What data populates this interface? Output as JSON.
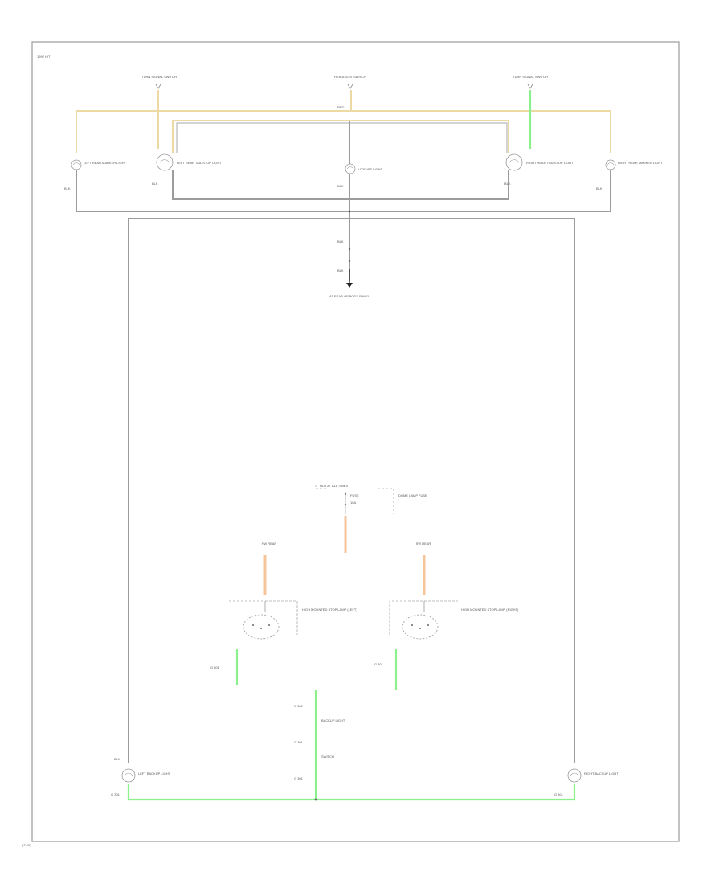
{
  "diagram": {
    "corner_label": "1992 HIT",
    "footer_label": "(7-20)",
    "top_switches": [
      {
        "id": "left-turn",
        "label": "TURN SIGNAL SWITCH"
      },
      {
        "id": "center-headlight",
        "label": "HEADLIGHT SWITCH"
      },
      {
        "id": "right-turn",
        "label": "TURN SIGNAL SWITCH"
      }
    ],
    "connector_labels": [
      "RED",
      "BLK",
      "BLK",
      "BLK",
      "BLK",
      "BLK",
      "BLK",
      "BLK",
      "BLK"
    ],
    "lamps": [
      {
        "id": "left-rear-side",
        "label": "LEFT REAR MARKER LIGHT"
      },
      {
        "id": "left-rear-tail",
        "label": "LEFT REAR TAIL/STOP LIGHT"
      },
      {
        "id": "license",
        "label": "LICENSE LIGHT"
      },
      {
        "id": "right-rear-tail",
        "label": "RIGHT REAR TAIL/STOP LIGHT"
      },
      {
        "id": "right-rear-side",
        "label": "RIGHT REAR MARKER LIGHT"
      }
    ],
    "ground_center": {
      "label": "AT REAR OF BODY PANEL"
    },
    "lower_module": {
      "title": "HOT AT ALL TIMES",
      "lines": [
        "FUSE",
        "10A"
      ],
      "side_label": "DOME LAMP FUSE"
    },
    "lower_sources": [
      {
        "label": "SW REAR"
      },
      {
        "label": "SW REAR"
      }
    ],
    "lower_lamps": [
      {
        "id": "lower-left",
        "label": "HIGH MOUNTED STOP LAMP (LEFT)"
      },
      {
        "id": "lower-right",
        "label": "HIGH MOUNTED STOP LAMP (RIGHT)"
      }
    ],
    "lower_grounds": [
      {
        "label": "G 301"
      },
      {
        "label": "G 301"
      },
      {
        "label": "G 301"
      },
      {
        "label": "G 301"
      },
      {
        "label": "G 301"
      }
    ],
    "bottom_lamps": [
      {
        "id": "left-backup",
        "label": "LEFT BACKUP LIGHT"
      },
      {
        "id": "right-backup",
        "label": "RIGHT BACKUP LIGHT"
      }
    ],
    "bottom_grounds": [
      {
        "label": "G 301"
      },
      {
        "label": "G 301"
      }
    ],
    "center_connector_labels": [
      "BACKUP LIGHT",
      "SWITCH"
    ]
  },
  "colors": {
    "wire_yellow": "#ecd9a4",
    "wire_green": "#8cf08c",
    "wire_orange": "#f5c49a",
    "wire_gray": "#9c9c9c"
  }
}
